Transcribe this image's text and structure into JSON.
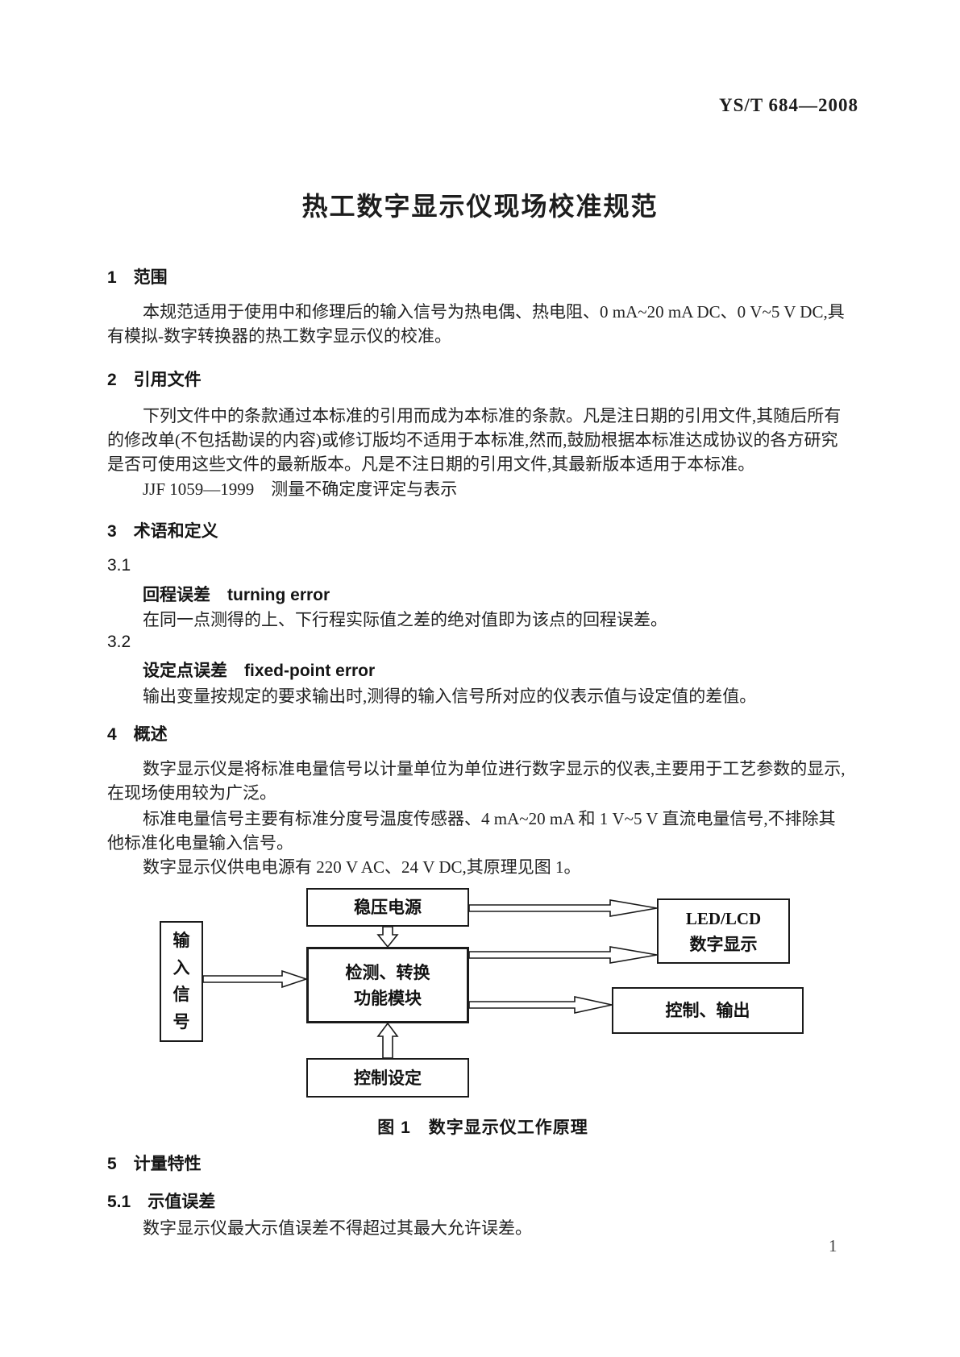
{
  "header": {
    "doc_number": "YS/T 684—2008"
  },
  "title": "热工数字显示仪现场校准规范",
  "sections": {
    "s1": {
      "heading": "1　范围",
      "lines": [
        "本规范适用于使用中和修理后的输入信号为热电偶、热电阻、0 mA~20 mA DC、0 V~5 V DC,具",
        "有模拟-数字转换器的热工数字显示仪的校准。"
      ]
    },
    "s2": {
      "heading": "2　引用文件",
      "lines": [
        "下列文件中的条款通过本标准的引用而成为本标准的条款。凡是注日期的引用文件,其随后所有",
        "的修改单(不包括勘误的内容)或修订版均不适用于本标准,然而,鼓励根据本标准达成协议的各方研究",
        "是否可使用这些文件的最新版本。凡是不注日期的引用文件,其最新版本适用于本标准。"
      ],
      "reference": "JJF 1059—1999　测量不确定度评定与表示"
    },
    "s3": {
      "heading": "3　术语和定义",
      "t31": {
        "num": "3.1",
        "term": "回程误差　turning error",
        "definition": "在同一点测得的上、下行程实际值之差的绝对值即为该点的回程误差。"
      },
      "t32": {
        "num": "3.2",
        "term": "设定点误差　fixed-point error",
        "definition": "输出变量按规定的要求输出时,测得的输入信号所对应的仪表示值与设定值的差值。"
      }
    },
    "s4": {
      "heading": "4　概述",
      "para1": [
        "数字显示仪是将标准电量信号以计量单位为单位进行数字显示的仪表,主要用于工艺参数的显示,",
        "在现场使用较为广泛。"
      ],
      "para2": [
        "标准电量信号主要有标准分度号温度传感器、4 mA~20 mA 和 1 V~5 V 直流电量信号,不排除其",
        "他标准化电量输入信号。"
      ],
      "para3": "数字显示仪供电电源有 220 V AC、24 V DC,其原理见图 1。"
    },
    "s5": {
      "heading": "5　计量特性",
      "sub_heading": "5.1　示值误差",
      "body": "数字显示仪最大示值误差不得超过其最大允许误差。"
    }
  },
  "figure": {
    "caption": "图 1　数字显示仪工作原理",
    "boxes": {
      "input_chars": [
        "输",
        "入",
        "信",
        "号"
      ],
      "power": "稳压电源",
      "module_line1": "检测、转换",
      "module_line2": "功能模块",
      "led_line1": "LED/LCD",
      "led_line2": "数字显示",
      "control_output": "控制、输出",
      "control_setting": "控制设定"
    }
  },
  "page_number": "1"
}
